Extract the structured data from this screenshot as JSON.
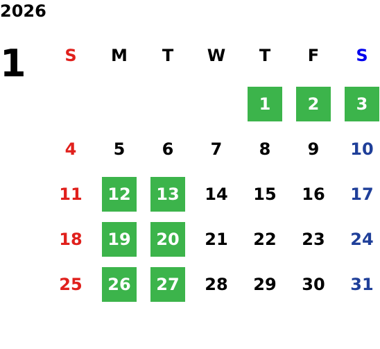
{
  "calendar": {
    "year": "2026",
    "month": "1",
    "weekdays": [
      "S",
      "M",
      "T",
      "W",
      "T",
      "F",
      "S"
    ],
    "weeks": [
      [
        "",
        "",
        "",
        "",
        "1",
        "2",
        "3"
      ],
      [
        "4",
        "5",
        "6",
        "7",
        "8",
        "9",
        "10"
      ],
      [
        "11",
        "12",
        "13",
        "14",
        "15",
        "16",
        "17"
      ],
      [
        "18",
        "19",
        "20",
        "21",
        "22",
        "23",
        "24"
      ],
      [
        "25",
        "26",
        "27",
        "28",
        "29",
        "30",
        "31"
      ]
    ],
    "highlighted_days": [
      "1",
      "2",
      "3",
      "12",
      "13",
      "19",
      "20",
      "26",
      "27"
    ],
    "colors": {
      "sunday": "#e0201c",
      "saturday_header": "#0000ee",
      "saturday": "#1f3f99",
      "weekday": "#000000",
      "highlight_bg": "#3cb44b",
      "highlight_text": "#ffffff"
    }
  }
}
